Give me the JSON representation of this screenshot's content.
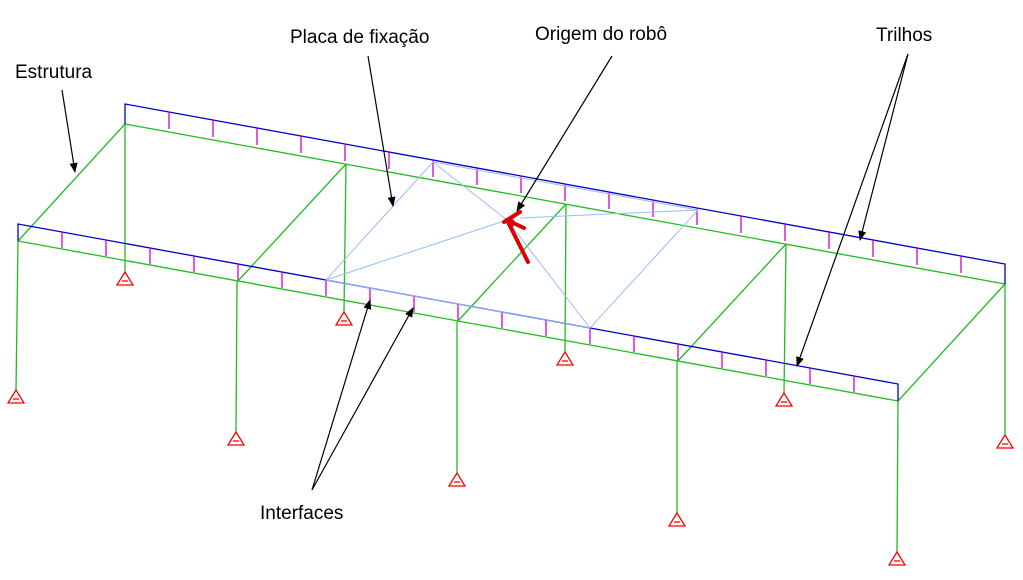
{
  "labels": {
    "estrutura": "Estrutura",
    "placa": "Placa de fixação",
    "origem": "Origem do robô",
    "trilhos": "Trilhos",
    "interfaces": "Interfaces"
  },
  "colors": {
    "structure": "#22bb22",
    "rail": "#0000cc",
    "interface": "#cc00cc",
    "plate": "#99bbff",
    "support": "#ff0000",
    "origin": "#dd0000",
    "text": "#000000"
  }
}
